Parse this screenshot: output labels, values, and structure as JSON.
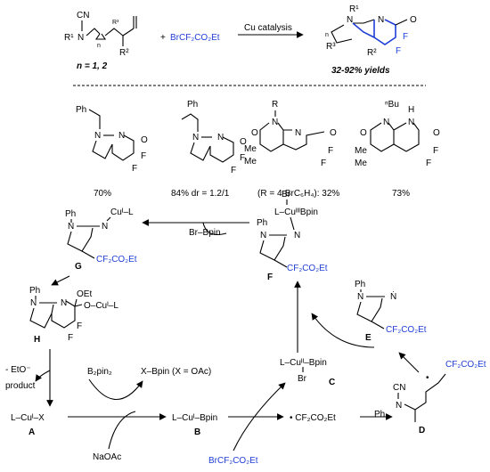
{
  "top": {
    "reagent": "BrCF₂CO₂Et",
    "plus": "+",
    "catalysis": "Cu catalysis",
    "n_note": "n = 1, 2",
    "yields": "32-92% yields",
    "sm_cn": "CN",
    "sm_r1": "R¹",
    "sm_n": "N",
    "sm_r3": "R³",
    "sm_r2": "R²",
    "sm_nsub": "n",
    "prod_r1": "R¹",
    "prod_n": "N",
    "prod_n2": "N",
    "prod_o": "O",
    "prod_r3": "R³",
    "prod_r2": "R²",
    "prod_n_sub": "n",
    "prod_f1": "F",
    "prod_f2": "F"
  },
  "examples": [
    {
      "yield": "70%",
      "sub": "Ph",
      "n": "N",
      "n2": "N",
      "o": "O",
      "f1": "F",
      "f2": "F"
    },
    {
      "yield": "84% dr = 1.2/1",
      "sub": "Ph",
      "n": "N",
      "n2": "N",
      "o": "O",
      "f1": "F",
      "f2": "F"
    },
    {
      "yield": "(R = 4-BrC₆H₄): 32%",
      "sub": "R",
      "n": "N",
      "n2": "N",
      "o1": "O",
      "o2": "O",
      "me1": "Me",
      "me2": "Me",
      "f1": "F",
      "f2": "F"
    },
    {
      "yield": "73%",
      "sub": "ⁿBu",
      "n": "N",
      "n2": "N",
      "h": "H",
      "o1": "O",
      "o2": "O",
      "me1": "Me",
      "me2": "Me",
      "f1": "F",
      "f2": "F"
    }
  ],
  "mechanism": {
    "G": {
      "label": "G",
      "ph": "Ph",
      "n": "N",
      "n2": "N",
      "cu": "Cuᴵ–L",
      "chain": "CF₂CO₂Et"
    },
    "F": {
      "label": "F",
      "ph": "Ph",
      "n": "N",
      "n2": "N",
      "br": "Br",
      "cu": "L–CuᴵᴵᴵBpin",
      "chain": "CF₂CO₂Et"
    },
    "H": {
      "label": "H",
      "ph": "Ph",
      "n": "N",
      "n2": "N",
      "oet": "OEt",
      "ocu": "O–Cuᴵ–L",
      "f1": "F",
      "f2": "F"
    },
    "E": {
      "label": "E",
      "ph": "Ph",
      "n": "N",
      "n2": "Ṅ",
      "chain": "CF₂CO₂Et"
    },
    "C": {
      "label": "C",
      "cu": "L–Cuᴵᴵ–Bpin",
      "br": "Br"
    },
    "D": {
      "label": "D",
      "cn": "CN",
      "ph": "Ph",
      "n": "N",
      "chain": "CF₂CO₂Et",
      "dot": "•"
    },
    "A": {
      "label": "A",
      "text": "L–Cuᴵ–X"
    },
    "B": {
      "label": "B",
      "text": "L–Cuᴵ–Bpin"
    },
    "brbpin": "Br–Bpin",
    "eto": "- EtO⁻",
    "product": "product",
    "b2pin2": "B₂pin₂",
    "xbpin": "X–Bpin (X = OAc)",
    "naoac": "NaOAc",
    "radical": "• CF₂CO₂Et",
    "reagent": "BrCF₂CO₂Et"
  }
}
